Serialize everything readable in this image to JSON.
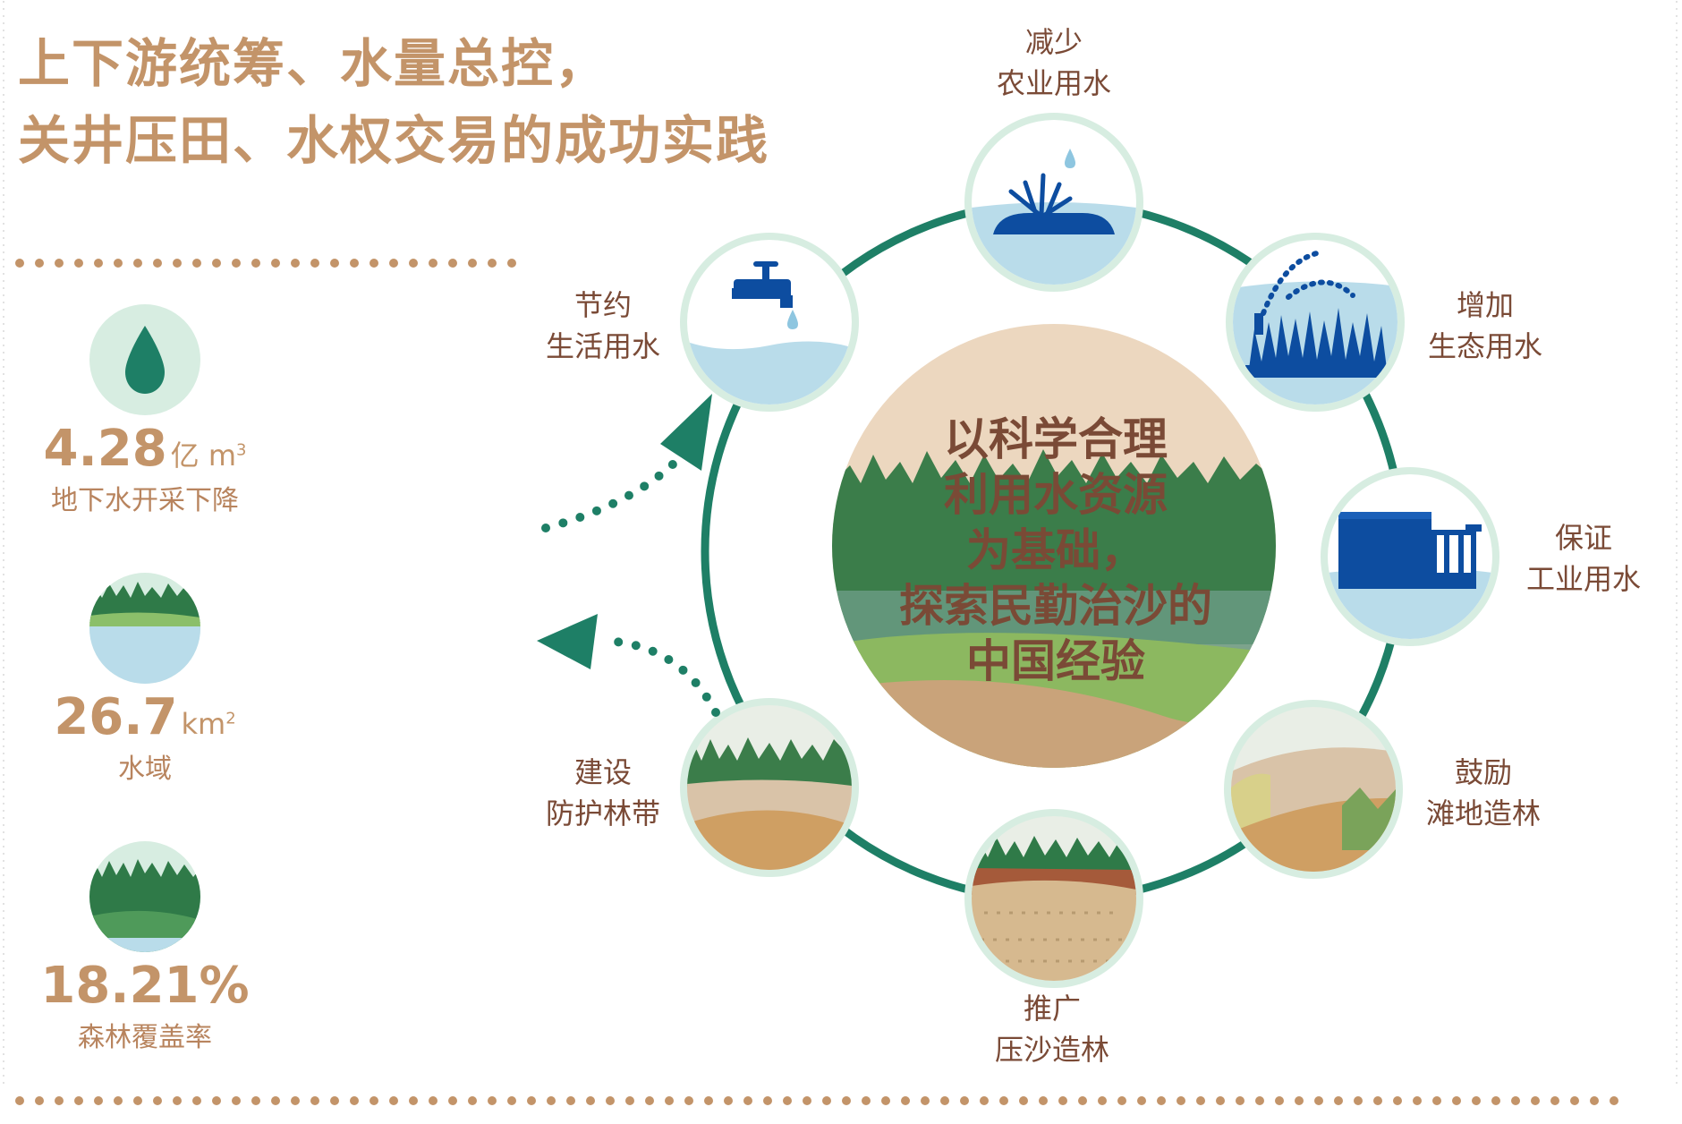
{
  "title": {
    "line1": "上下游统筹、水量总控，",
    "line2": "关井压田、水权交易的成功实践"
  },
  "colors": {
    "title": "#c39469",
    "label": "#7a4a36",
    "accent_green": "#1e7f66",
    "ring_green": "#1e7f66",
    "node_bg": "#d7ede1",
    "water_light": "#b9dcea",
    "blue_icon": "#0d4da0",
    "sand": "#d8b07d",
    "forest": "#2f7a48"
  },
  "stats": [
    {
      "value": "4.28",
      "unit": "亿 m",
      "unit_sup": "3",
      "label": "地下水开采下降",
      "icon": "water-drop-icon"
    },
    {
      "value": "26.7",
      "unit": "km",
      "unit_sup": "2",
      "label": "水域",
      "icon": "lake-icon"
    },
    {
      "value": "18.21%",
      "unit": "",
      "unit_sup": "",
      "label": "森林覆盖率",
      "icon": "forest-icon"
    }
  ],
  "center": {
    "lines": [
      "以科学合理",
      "利用水资源",
      "为基础，",
      "探索民勤治沙的",
      "中国经验"
    ]
  },
  "nodes": {
    "agri": {
      "line1": "减少",
      "line2": "农业用水",
      "icon": "grass-water-icon"
    },
    "eco": {
      "line1": "增加",
      "line2": "生态用水",
      "icon": "sprinkler-icon"
    },
    "ind": {
      "line1": "保证",
      "line2": "工业用水",
      "icon": "factory-icon"
    },
    "beach": {
      "line1": "鼓励",
      "line2": "滩地造林",
      "icon": "beach-forest-icon"
    },
    "sand": {
      "line1": "推广",
      "line2": "压沙造林",
      "icon": "sand-fixing-icon"
    },
    "belt": {
      "line1": "建设",
      "line2": "防护林带",
      "icon": "shelterbelt-icon"
    },
    "life": {
      "line1": "节约",
      "line2": "生活用水",
      "icon": "faucet-icon"
    }
  }
}
